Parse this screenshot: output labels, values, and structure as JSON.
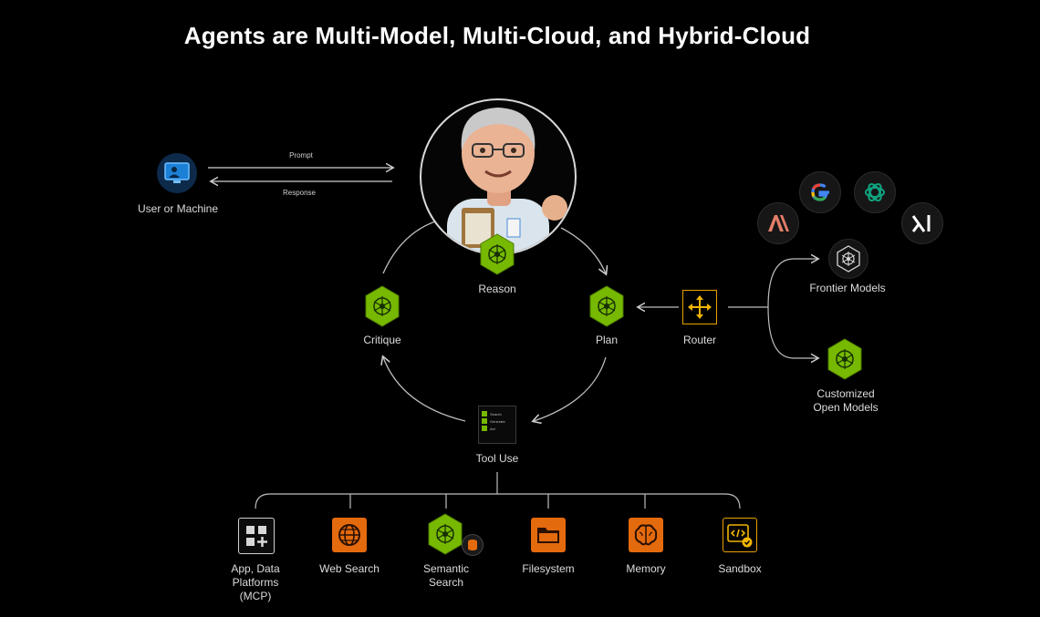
{
  "title": "Agents are Multi-Model, Multi-Cloud, and Hybrid-Cloud",
  "colors": {
    "accent_green": "#76b900",
    "orange": "#e46a0e",
    "background": "#000000"
  },
  "user": {
    "label": "User or Machine",
    "icon": "user-monitor-icon"
  },
  "edges": {
    "prompt": "Prompt",
    "response": "Response"
  },
  "agent": {
    "icon": "avatar-illustration"
  },
  "loop": {
    "reason": "Reason",
    "plan": "Plan",
    "critique": "Critique",
    "tool_use": "Tool Use",
    "tool_list": [
      "Search",
      "Generate",
      "Act"
    ]
  },
  "router": {
    "label": "Router"
  },
  "models": {
    "frontier": "Frontier Models",
    "customized_line1": "Customized",
    "customized_line2": "Open Models",
    "logos": [
      "anthropic-logo-icon",
      "google-logo-icon",
      "openai-logo-icon",
      "xai-logo-icon"
    ]
  },
  "tools": [
    {
      "line1": "App, Data",
      "line2": "Platforms",
      "line3": "(MCP)",
      "icon": "apps-grid-icon"
    },
    {
      "line1": "Web Search",
      "icon": "globe-icon"
    },
    {
      "line1": "Semantic",
      "line2": "Search",
      "icon": "semantic-search-icon"
    },
    {
      "line1": "Filesystem",
      "icon": "folder-icon"
    },
    {
      "line1": "Memory",
      "icon": "brain-icon"
    },
    {
      "line1": "Sandbox",
      "icon": "code-icon"
    }
  ]
}
